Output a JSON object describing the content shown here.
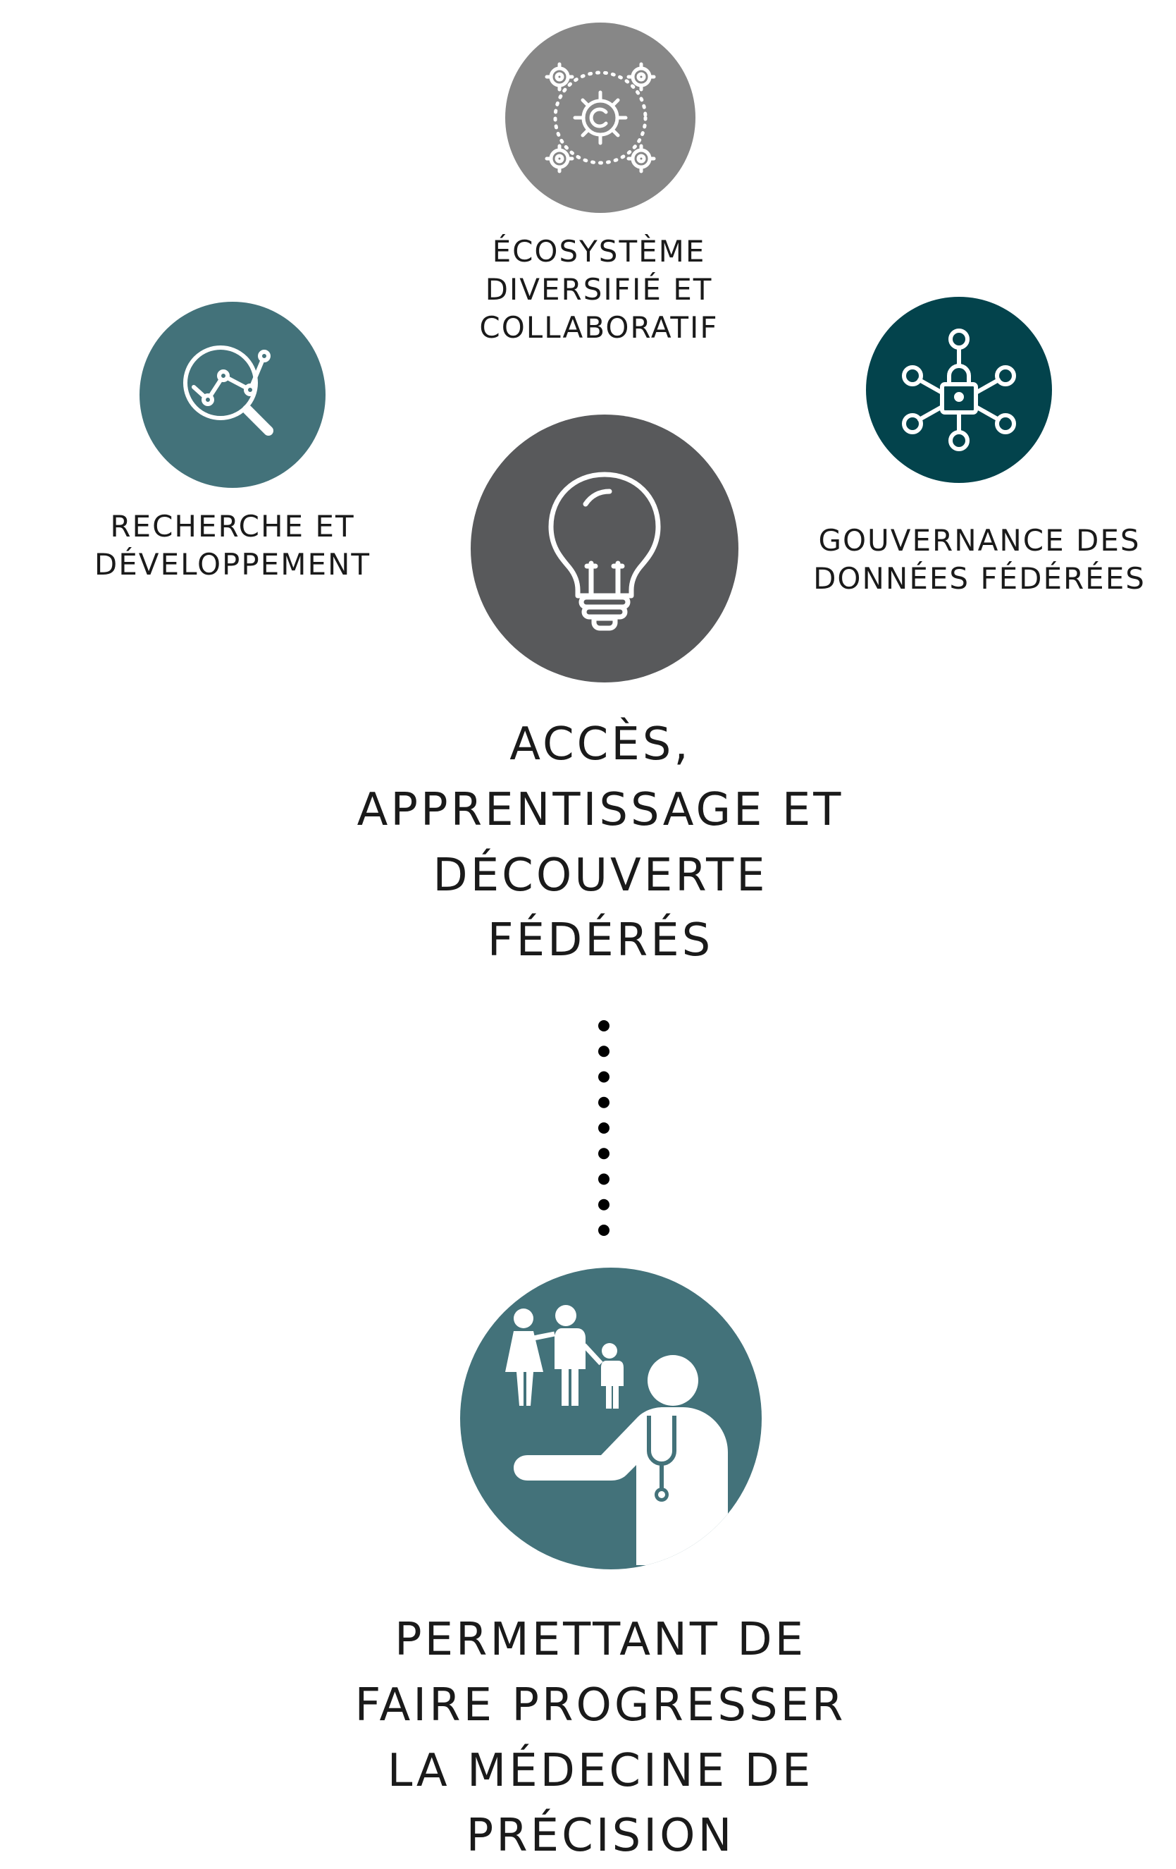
{
  "nodes": {
    "ecosystem": {
      "icon": "gears-network-icon",
      "color": "#878787",
      "lines": [
        "ÉCOSYSTÈME",
        "DIVERSIFIÉ ET",
        "COLLABORATIF"
      ]
    },
    "research": {
      "icon": "magnifier-chart-icon",
      "color": "#43727A",
      "lines": [
        "RECHERCHE ET",
        "DÉVELOPPEMENT"
      ]
    },
    "governance": {
      "icon": "lock-network-icon",
      "color": "#03434C",
      "lines": [
        "GOUVERNANCE DES",
        "DONNÉES FÉDÉRÉES"
      ]
    },
    "central": {
      "icon": "lightbulb-icon",
      "color": "#58595B",
      "lines": [
        "ACCÈS,",
        "APPRENTISSAGE ET",
        "DÉCOUVERTE",
        "FÉDÉRÉS"
      ]
    },
    "outcome": {
      "icon": "doctor-family-icon",
      "color": "#43727A",
      "lines": [
        "PERMETTANT DE",
        "FAIRE PROGRESSER",
        "LA MÉDECINE DE",
        "PRÉCISION"
      ]
    }
  },
  "connector": {
    "style": "dotted",
    "dot_count": 9
  }
}
